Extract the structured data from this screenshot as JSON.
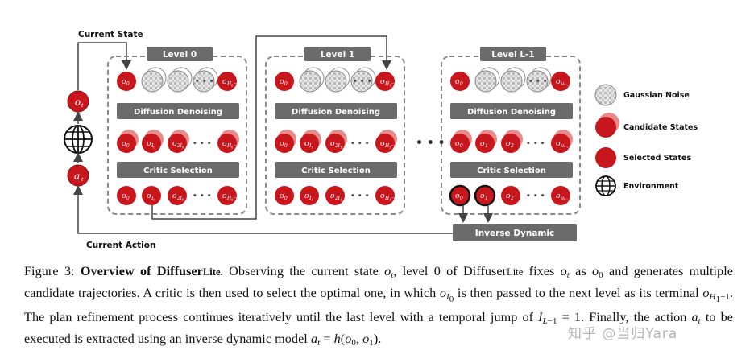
{
  "figure": {
    "labels": {
      "current_state": "Current State",
      "current_action": "Current Action",
      "o_t": "o",
      "o_t_sub": "t",
      "a_t": "a",
      "a_t_sub": "t",
      "diffusion_denoising": "Diffusion Denoising",
      "critic_selection": "Critic Selection",
      "inverse_dynamic": "Inverse Dynamic",
      "ellipsis": "• • •"
    },
    "levels": [
      {
        "title": "Level 0",
        "top": [
          "o",
          "H₀−1"
        ],
        "mid": [
          [
            "o",
            "0"
          ],
          [
            "o",
            "I₀"
          ],
          [
            "o",
            "2I₀"
          ],
          [
            "o",
            "H₀−1"
          ]
        ],
        "bot": [
          [
            "o",
            "0"
          ],
          [
            "o",
            "I₀"
          ],
          [
            "o",
            "2I₀"
          ],
          [
            "o",
            "H₀−1"
          ]
        ]
      },
      {
        "title": "Level 1",
        "top": [
          "o",
          "H₁−1"
        ],
        "mid": [
          [
            "o",
            "0"
          ],
          [
            "o",
            "I₁"
          ],
          [
            "o",
            "2I₁"
          ],
          [
            "o",
            "H₁−1"
          ]
        ],
        "bot": [
          [
            "o",
            "0"
          ],
          [
            "o",
            "I₁"
          ],
          [
            "o",
            "2I₁"
          ],
          [
            "o",
            "H₁−1"
          ]
        ]
      },
      {
        "title": "Level L-1",
        "top": [
          "o",
          "Hₗ₋₁−1"
        ],
        "mid": [
          [
            "o",
            "0"
          ],
          [
            "o",
            "1"
          ],
          [
            "o",
            "2"
          ],
          [
            "o",
            "Hₗ₋₁−1"
          ]
        ],
        "bot": [
          [
            "o",
            "0"
          ],
          [
            "o",
            "1"
          ],
          [
            "o",
            "2"
          ],
          [
            "o",
            "Hₗ₋₁−1"
          ]
        ]
      }
    ],
    "legend": [
      {
        "label": "Gaussian Noise",
        "icon": "gaussian-noise-icon"
      },
      {
        "label": "Candidate States",
        "icon": "candidate-state-icon"
      },
      {
        "label": "Selected States",
        "icon": "selected-state-icon"
      },
      {
        "label": "Environment",
        "icon": "globe-icon"
      }
    ],
    "colors": {
      "red": "#c8161d",
      "pink": "#e98a8a",
      "gray_box": "#6b6b6b",
      "dash": "#8a8a8a"
    }
  },
  "caption": {
    "label": "Figure 3:",
    "title": "Overview of Diffuser",
    "title_lite": "Lite.",
    "s1": " Observing the current state ",
    "s2": ", level 0 of Diffuser",
    "lite": "Lite",
    "s3": " fixes ",
    "s4": " as ",
    "s5": " and generates multiple candidate trajectories. A critic is then used to select the optimal one, in which ",
    "s6": " is then passed to the next level as its terminal ",
    "s7": ". The plan refinement process continues iteratively until the last level with a temporal jump of ",
    "s8": " = 1. Finally, the action ",
    "s9": " to be executed is extracted using an inverse dynamic model ",
    "s10": " = ",
    "s11": "."
  },
  "watermark": "知乎 @当归Yara"
}
